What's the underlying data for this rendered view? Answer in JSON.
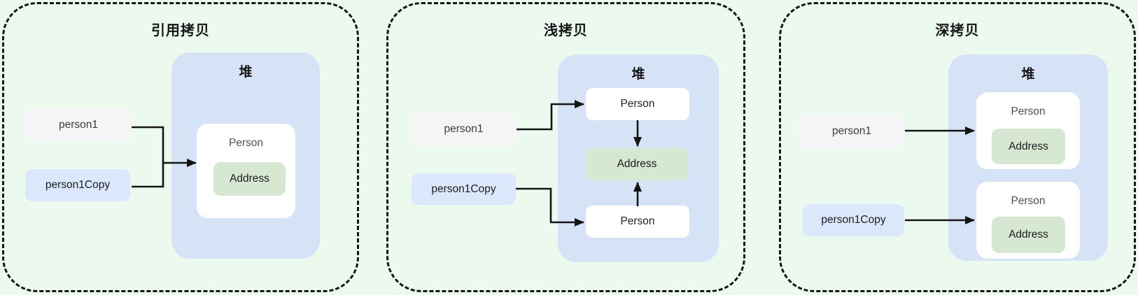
{
  "colors": {
    "background": "#ecf9ef",
    "heap_fill": "#d6e3f7",
    "object_fill": "#ffffff",
    "address_fill": "#d6e8d2",
    "stack_var_fill": "#f5f5f7",
    "stack_copy_fill": "#dbe8fc",
    "line_color": "#141414"
  },
  "panels": [
    {
      "title": "引用拷贝",
      "heap_label": "堆",
      "stack_items": [
        {
          "label": "person1"
        },
        {
          "label": "person1Copy"
        }
      ],
      "heap_objects": [
        {
          "label": "Person",
          "child": "Address"
        }
      ]
    },
    {
      "title": "浅拷贝",
      "heap_label": "堆",
      "stack_items": [
        {
          "label": "person1"
        },
        {
          "label": "person1Copy"
        }
      ],
      "heap_objects": [
        {
          "label": "Person"
        },
        {
          "label": "Address"
        },
        {
          "label": "Person"
        }
      ]
    },
    {
      "title": "深拷贝",
      "heap_label": "堆",
      "stack_items": [
        {
          "label": "person1"
        },
        {
          "label": "person1Copy"
        }
      ],
      "heap_objects": [
        {
          "label": "Person",
          "child": "Address"
        },
        {
          "label": "Person",
          "child": "Address"
        }
      ]
    }
  ]
}
